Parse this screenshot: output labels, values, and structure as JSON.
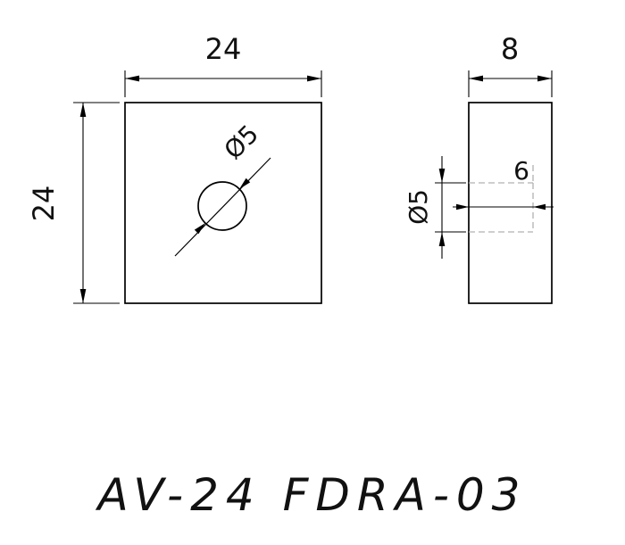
{
  "drawing": {
    "title": "AV-24 FDRA-03",
    "front_view": {
      "width_label": "24",
      "height_label": "24",
      "hole_label": "Ø5"
    },
    "side_view": {
      "width_label": "8",
      "hole_diameter_label": "Ø5",
      "hole_depth_label": "6"
    },
    "colors": {
      "outline": "#000000",
      "hidden_line": "#b0b0b0",
      "text": "#111111"
    }
  }
}
